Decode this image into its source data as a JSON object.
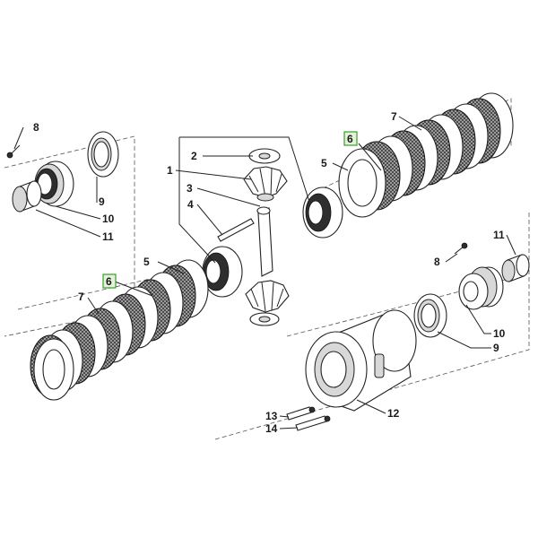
{
  "callouts": {
    "c1": "1",
    "c2": "2",
    "c3": "3",
    "c4": "4",
    "c5a": "5",
    "c5b": "5",
    "c6a": "6",
    "c6b": "6",
    "c7a": "7",
    "c7b": "7",
    "c8a": "8",
    "c8b": "8",
    "c9a": "9",
    "c9b": "9",
    "c10a": "10",
    "c10b": "10",
    "c11a": "11",
    "c11b": "11",
    "c12": "12",
    "c13": "13",
    "c14": "14"
  },
  "colors": {
    "highlight_border": "#3c9a2e",
    "highlight_fill": "#e3f3d8",
    "line": "#222222"
  }
}
